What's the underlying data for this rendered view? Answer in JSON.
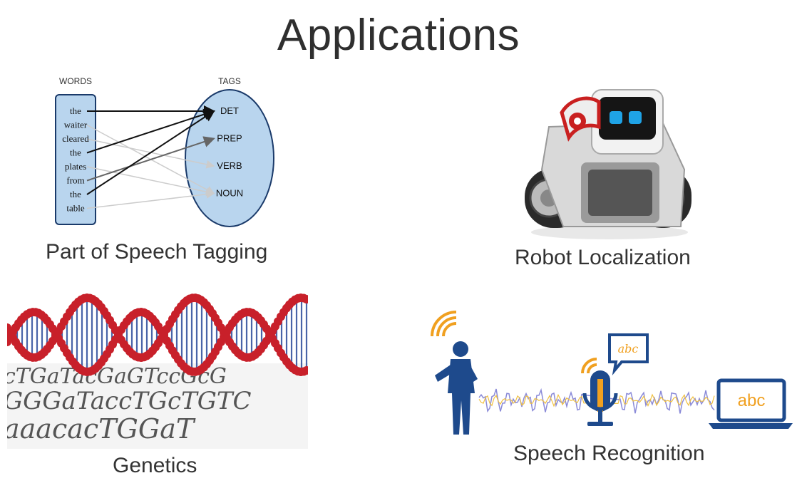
{
  "slide": {
    "title": "Applications"
  },
  "pos_tagging": {
    "caption": "Part of Speech Tagging",
    "words_header": "WORDS",
    "tags_header": "TAGS",
    "words": [
      "the",
      "waiter",
      "cleared",
      "the",
      "plates",
      "from",
      "the",
      "table"
    ],
    "tags": [
      "DET",
      "PREP",
      "VERB",
      "NOUN"
    ],
    "links": [
      {
        "word": 0,
        "tag": 0,
        "tone": "dark"
      },
      {
        "word": 1,
        "tag": 3,
        "tone": "light"
      },
      {
        "word": 2,
        "tag": 2,
        "tone": "light"
      },
      {
        "word": 3,
        "tag": 0,
        "tone": "dark"
      },
      {
        "word": 4,
        "tag": 3,
        "tone": "light"
      },
      {
        "word": 5,
        "tag": 1,
        "tone": "mid"
      },
      {
        "word": 6,
        "tag": 0,
        "tone": "dark"
      },
      {
        "word": 7,
        "tag": 3,
        "tone": "light"
      }
    ]
  },
  "robot": {
    "caption": "Robot Localization"
  },
  "genetics": {
    "caption": "Genetics",
    "sequence_lines": [
      "cTGaTacGaGTccGcG",
      "GGGaTaccTGcTGTC",
      "aaacacTGGaT"
    ]
  },
  "speech": {
    "caption": "Speech Recognition",
    "bubble_text": "abc",
    "laptop_text": "abc"
  },
  "colors": {
    "ellipse_fill": "#b9d5ee",
    "word_box_fill": "#b9d5ee",
    "dna_red": "#c8202a",
    "dna_blue": "#2a4a9a",
    "speech_blue": "#1e4a8c",
    "speech_orange": "#f0a020"
  }
}
